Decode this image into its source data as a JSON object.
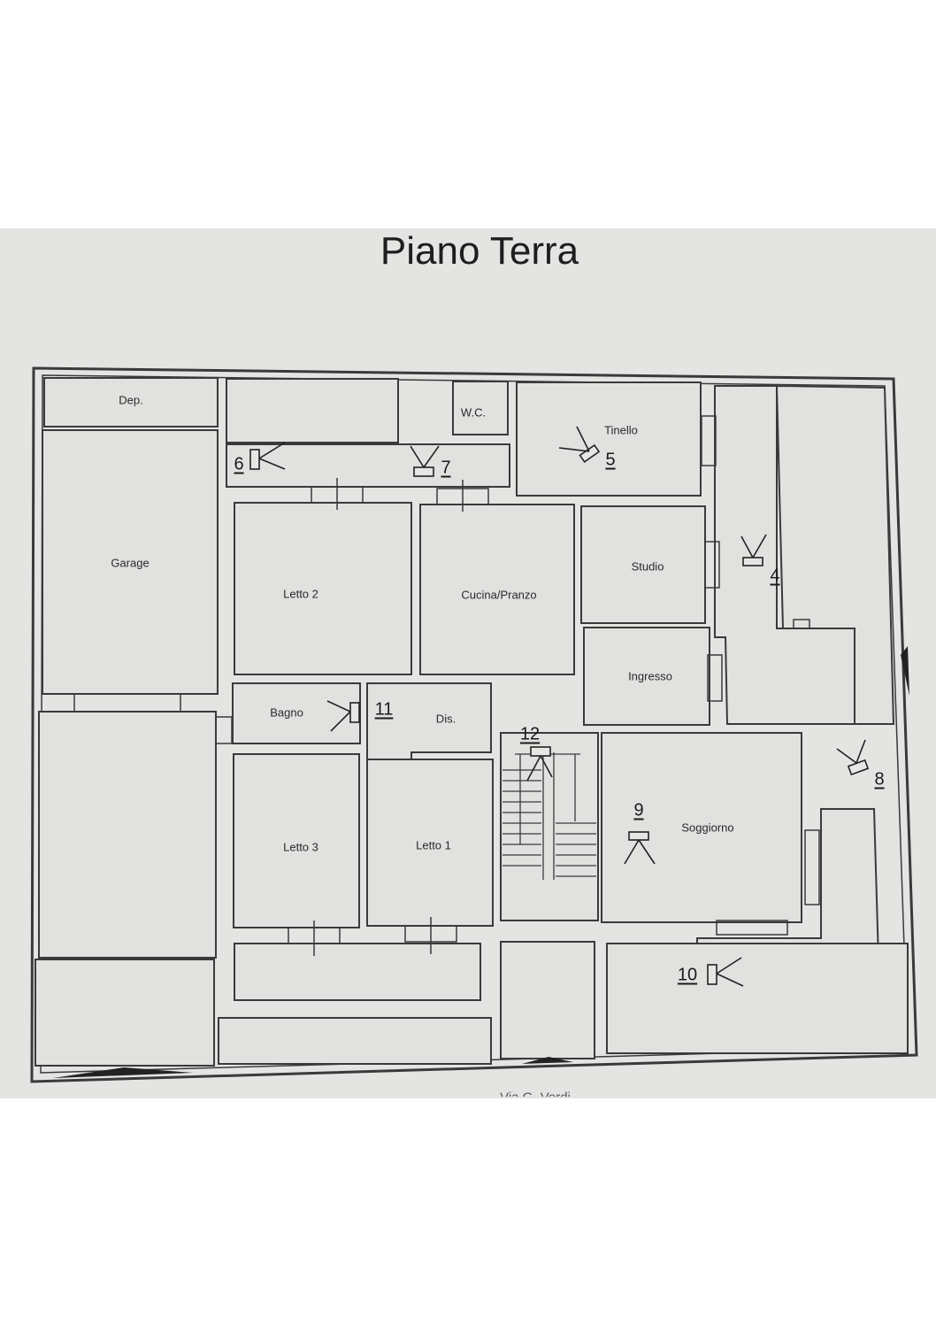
{
  "title": "Piano Terra",
  "street": "Via G. Verdi",
  "rooms": {
    "dep": "Dep.",
    "wc": "W.C.",
    "tinello": "Tinello",
    "garage": "Garage",
    "letto2": "Letto 2",
    "cucina_pranzo": "Cucina/Pranzo",
    "studio": "Studio",
    "ingresso": "Ingresso",
    "bagno": "Bagno",
    "dis": "Dis.",
    "letto3": "Letto 3",
    "letto1": "Letto 1",
    "soggiorno": "Soggiorno"
  },
  "cameras": [
    "4",
    "5",
    "6",
    "7",
    "8",
    "9",
    "10",
    "11",
    "12"
  ],
  "colors": {
    "paper": "#e4e4e2",
    "wall": "#3a3a3a",
    "room_fill": "#e1e1df"
  },
  "icons": {
    "camera": "camera-icon",
    "window": "window-icon",
    "entrance": "entrance-triangle-icon"
  }
}
